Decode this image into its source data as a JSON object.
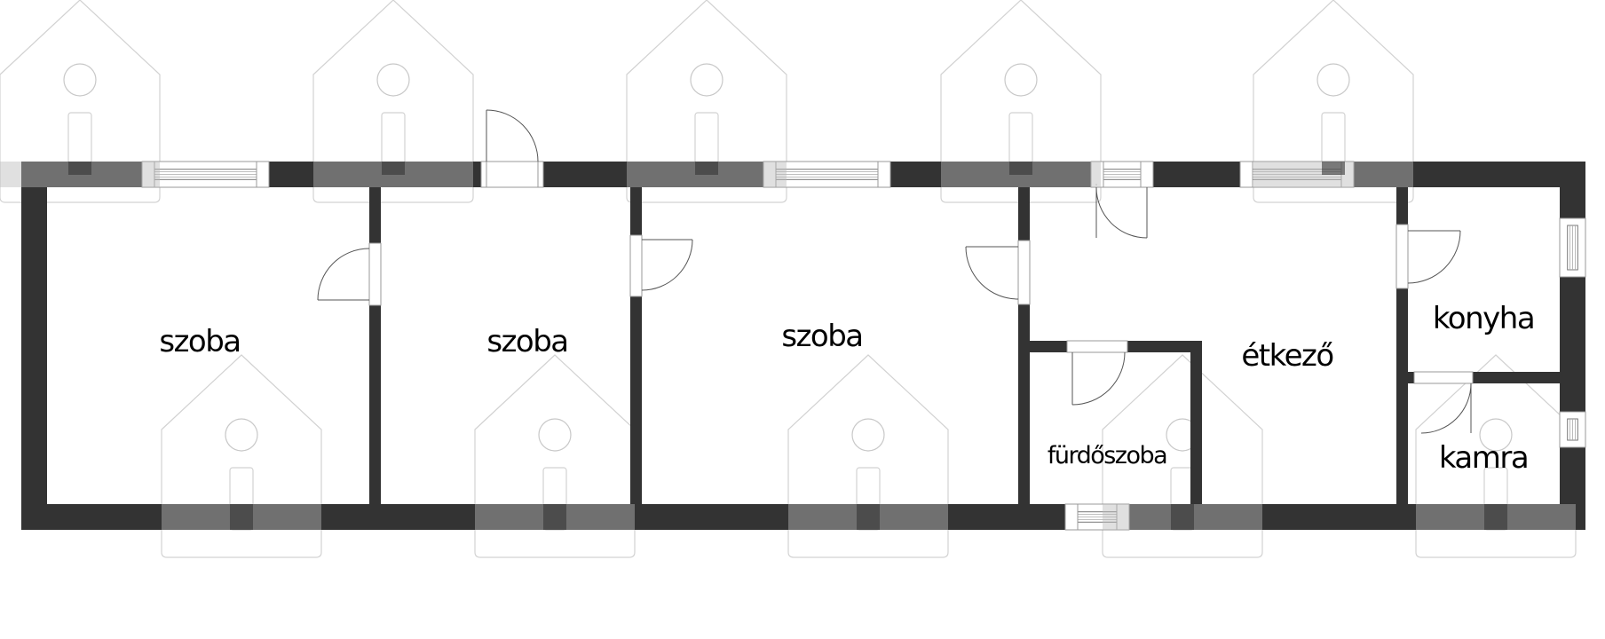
{
  "colors": {
    "wall": "#333333",
    "window_frame": "#777777",
    "door_line": "#555555",
    "watermark": "#d2d2d2",
    "watermark_overlay": "#bbbbbb",
    "background": "#ffffff"
  },
  "rooms": [
    {
      "key": "szoba_1",
      "label": "szoba"
    },
    {
      "key": "szoba_2",
      "label": "szoba"
    },
    {
      "key": "szoba_3",
      "label": "szoba"
    },
    {
      "key": "etkezo",
      "label": "étkező"
    },
    {
      "key": "furdoszoba",
      "label": "fürdőszoba"
    },
    {
      "key": "konyha",
      "label": "konyha"
    },
    {
      "key": "kamra",
      "label": "kamra"
    }
  ],
  "icons": {
    "watermark": "house-logo-icon"
  }
}
